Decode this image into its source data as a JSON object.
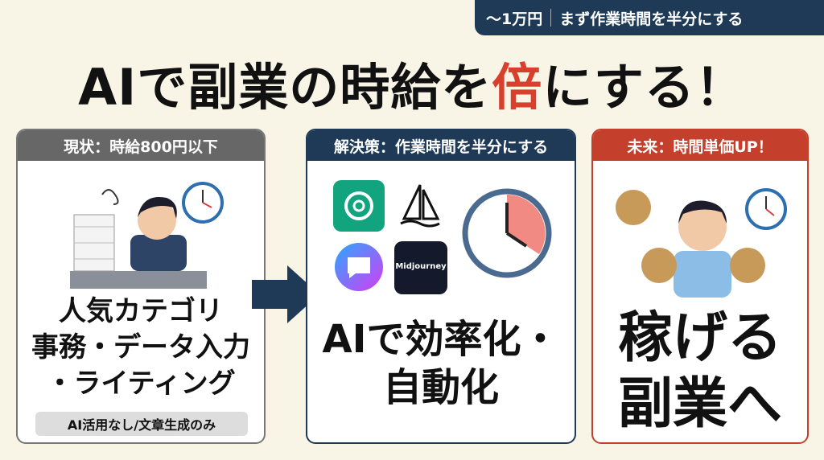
{
  "badge": {
    "price": "〜1万円",
    "text": "まず作業時間を半分にする"
  },
  "title": {
    "part1": "AIで副業の時給を",
    "highlight": "倍",
    "part2": "にする！"
  },
  "panels": [
    {
      "header": "現状：時給800円以下",
      "lines": [
        "人気カテゴリ",
        "事務・データ入力",
        "・ライティング"
      ],
      "tag": "AI活用なし/文章生成のみ"
    },
    {
      "header": "解決策：作業時間を半分にする",
      "lines": [
        "AIで効率化・",
        "自動化"
      ],
      "logo_text": "Midjourney"
    },
    {
      "header": "未来：時間単価UP！",
      "lines": [
        "稼げる",
        "副業へ"
      ]
    }
  ],
  "colors": {
    "navy": "#1e3a57",
    "red": "#d6402c",
    "gray": "#676767",
    "bg": "#f8f4e6"
  }
}
